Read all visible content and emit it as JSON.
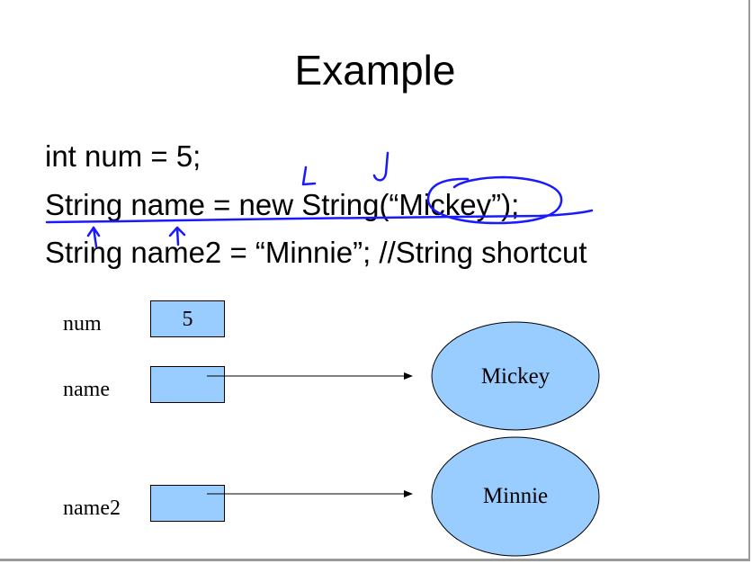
{
  "slide": {
    "title": "Example",
    "code_lines": [
      "int num = 5;",
      "String name = new String(“Mickey”);",
      "String name2 = “Minnie”; //String shortcut"
    ]
  },
  "variables": [
    {
      "label": "num",
      "value": "5"
    },
    {
      "label": "name",
      "value": ""
    },
    {
      "label": "name2",
      "value": ""
    }
  ],
  "objects": [
    {
      "text": "Mickey"
    },
    {
      "text": "Minnie"
    }
  ],
  "colors": {
    "box_fill": "#99ccff",
    "annotation_ink": "#1a1aff"
  }
}
